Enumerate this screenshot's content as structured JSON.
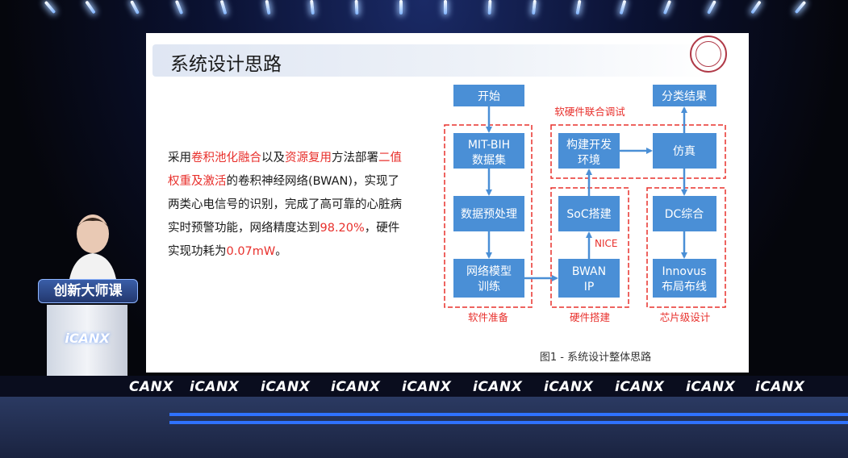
{
  "slide": {
    "title": "系统设计思路",
    "description_parts": [
      {
        "text": "采用",
        "highlight": false
      },
      {
        "text": "卷积池化融合",
        "highlight": true
      },
      {
        "text": "以及",
        "highlight": false
      },
      {
        "text": "资源复用",
        "highlight": true
      },
      {
        "text": "方法部署",
        "highlight": false
      },
      {
        "text": "二值权重及激活",
        "highlight": true
      },
      {
        "text": "的卷积神经网络(BWAN)，实现了两类心电信号的识别，完成了高可靠的心脏病实时预警功能，网络精度达到",
        "highlight": false
      },
      {
        "text": "98.20%",
        "highlight": true
      },
      {
        "text": "，硬件实现功耗为",
        "highlight": false
      },
      {
        "text": "0.07mW",
        "highlight": true
      },
      {
        "text": "。",
        "highlight": false
      }
    ],
    "highlight_color": "#e8302c"
  },
  "diagram": {
    "nodes": {
      "start": "开始",
      "mitbih_1": "MIT-BIH",
      "mitbih_2": "数据集",
      "preprocess": "数据预处理",
      "train_1": "网络模型",
      "train_2": "训练",
      "bwan_1": "BWAN",
      "bwan_2": "IP",
      "soc": "SoC搭建",
      "env_1": "构建开发",
      "env_2": "环境",
      "sim": "仿真",
      "result": "分类结果",
      "dc": "DC综合",
      "innovus_1": "Innovus",
      "innovus_2": "布局布线"
    },
    "groups": {
      "cosim": "软硬件联合调试",
      "software": "软件准备",
      "hardware": "硬件搭建",
      "chip": "芯片级设计"
    },
    "edge_label": "NICE",
    "caption": "图1 - 系统设计整体思路",
    "node_color": "#4a8fd6",
    "group_color": "#e8302c"
  },
  "stage": {
    "podium_sign": "创新大师课",
    "podium_logo": "iCANX",
    "banner_logo": "iCANX",
    "banner_logo_partial": "CANX"
  }
}
